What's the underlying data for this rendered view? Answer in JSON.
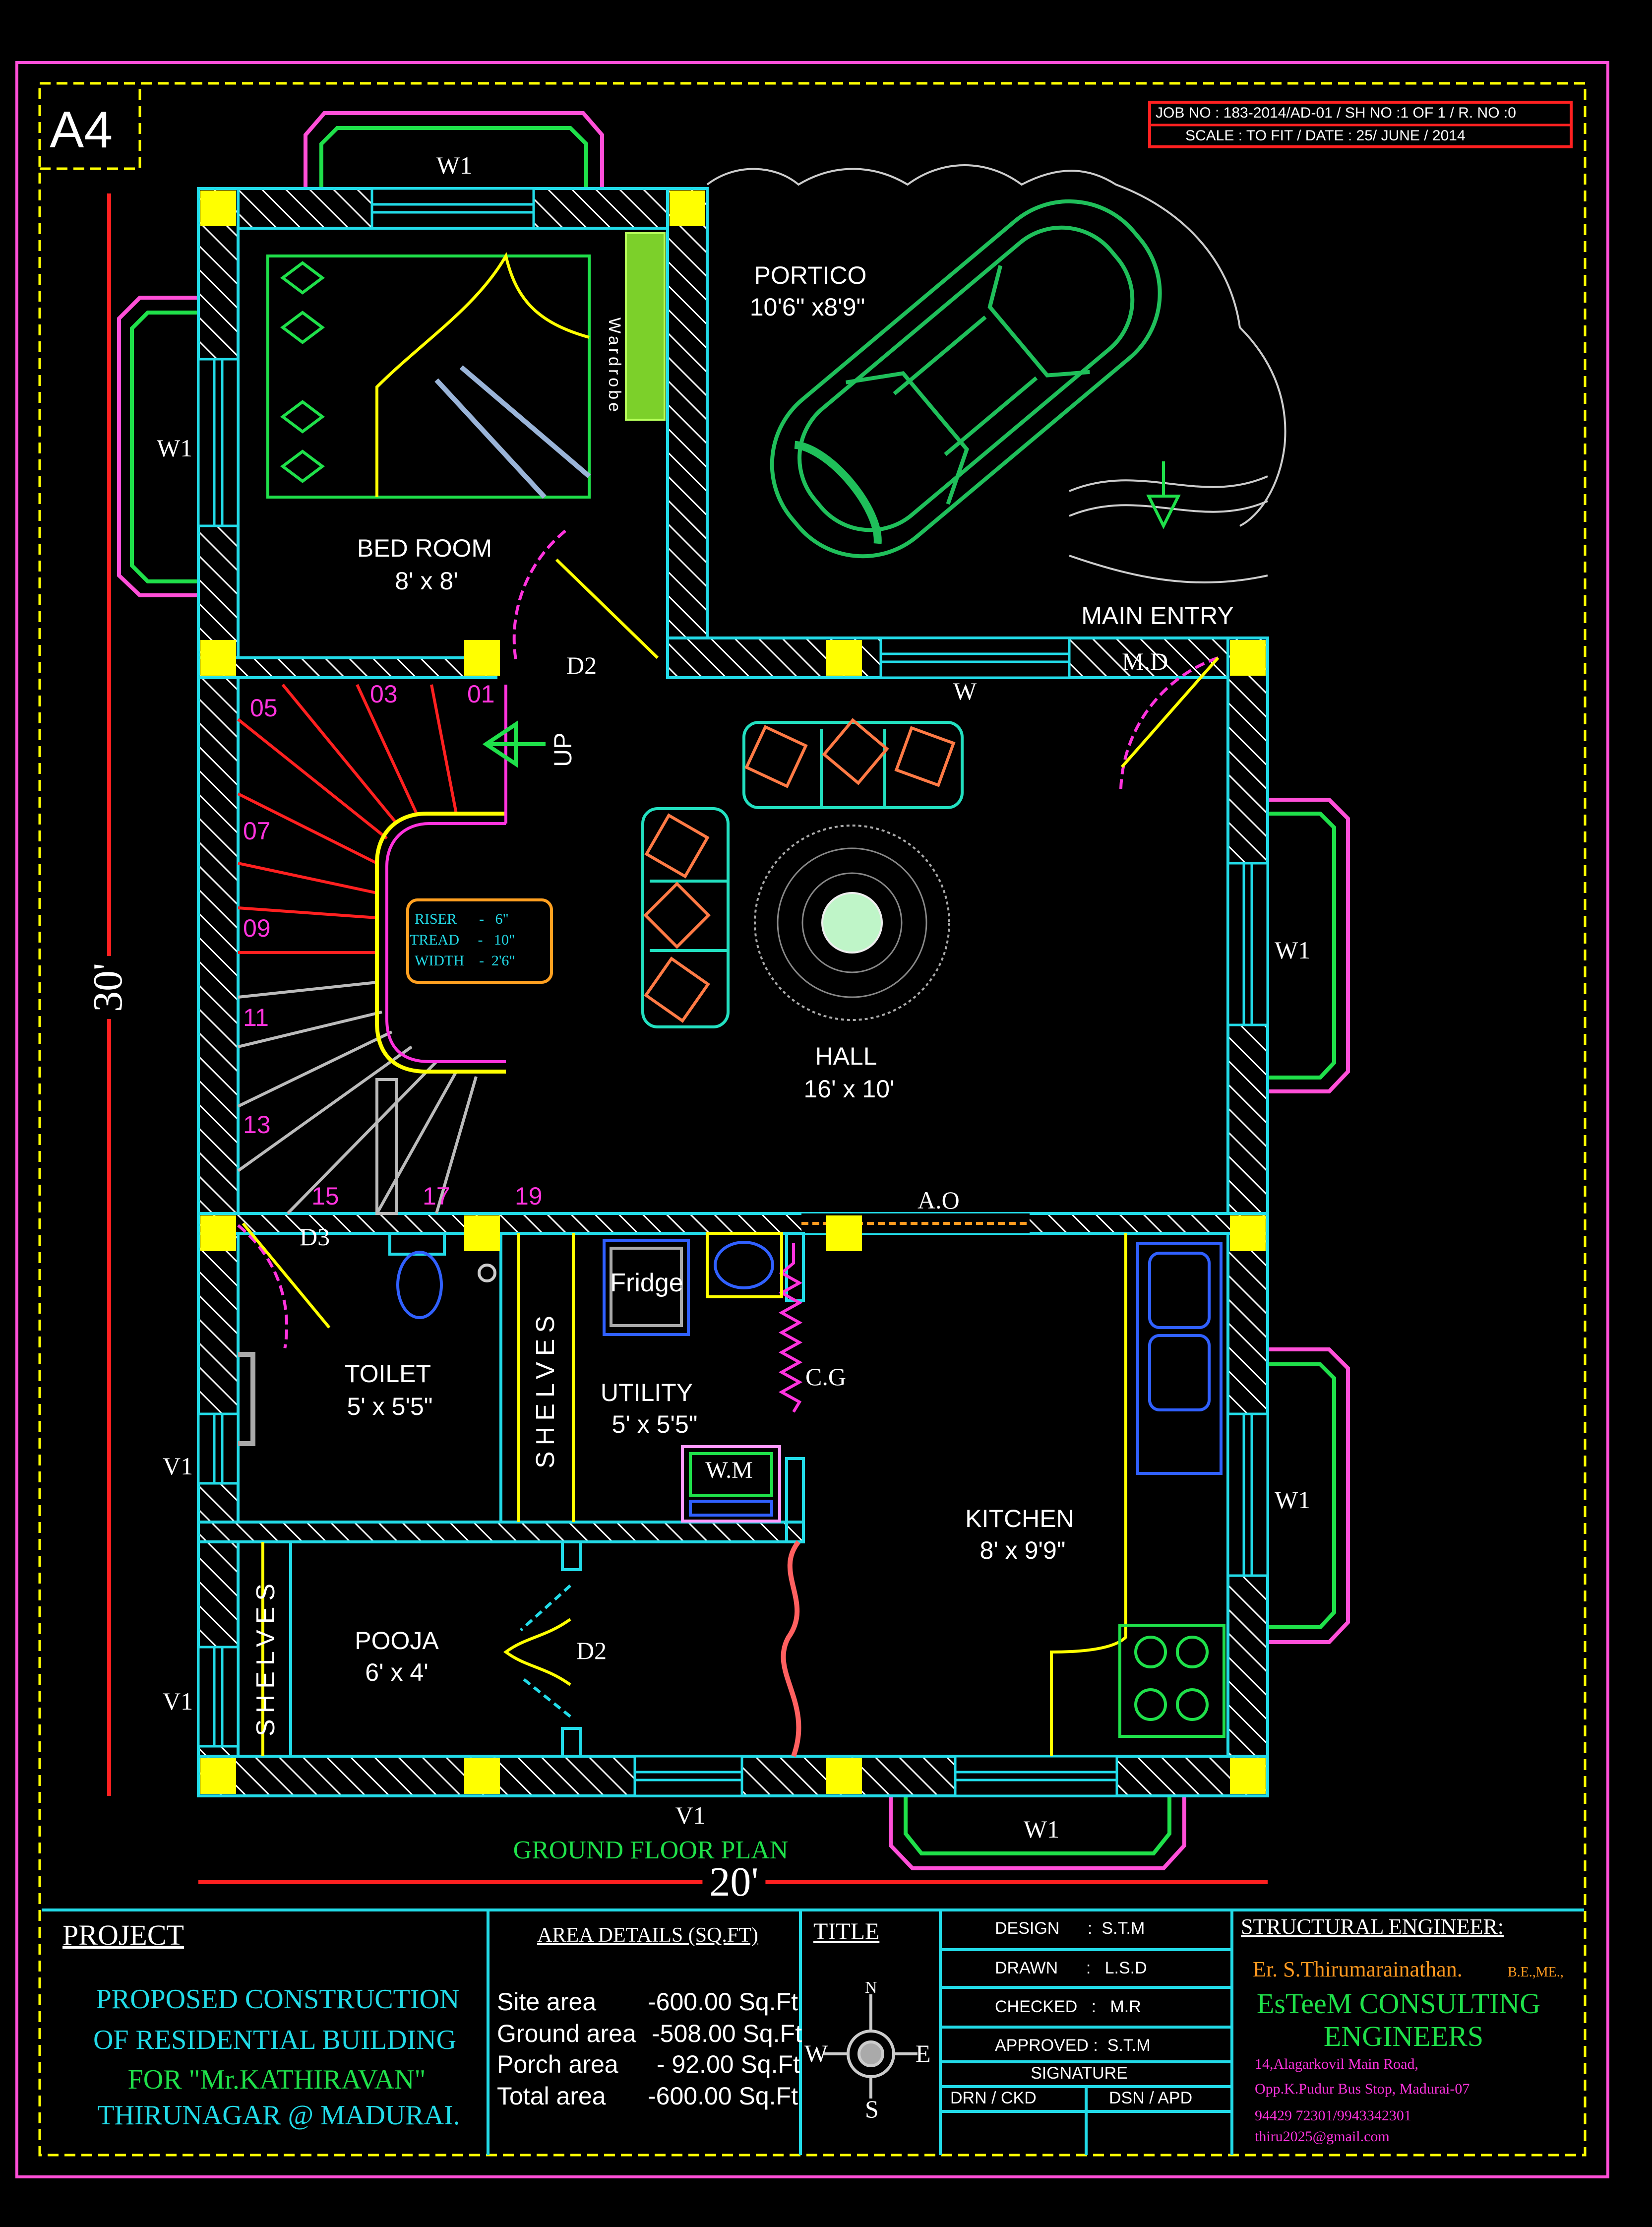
{
  "sheet": {
    "size": "A4",
    "job_line1": "JOB NO  : 183-2014/AD-01 / SH NO :1 OF 1 / R. NO :0",
    "job_line2": "SCALE  : TO FIT / DATE : 25/ JUNE / 2014"
  },
  "colors": {
    "wall": "#22dbe8",
    "hatch": "#ffffff",
    "column": "#ffff00",
    "border_outer": "#ff4fd8",
    "border_inner": "#ffff00",
    "red": "#ff2020",
    "magenta": "#ff33dd",
    "green": "#1fe04a",
    "orange": "#ff7a45"
  },
  "rooms": {
    "bedroom": {
      "name": "BED ROOM",
      "size": "8' x 8'"
    },
    "portico": {
      "name": "PORTICO",
      "size": "10'6\" x8'9\""
    },
    "main_entry": {
      "name": "MAIN ENTRY",
      "door": "M.D"
    },
    "hall": {
      "name": "HALL",
      "size": "16' x 10'"
    },
    "toilet": {
      "name": "TOILET",
      "size": "5' x 5'5\""
    },
    "utility": {
      "name": "UTILITY",
      "size": "5' x 5'5\""
    },
    "kitchen": {
      "name": "KITCHEN",
      "size": "8' x 9'9\""
    },
    "pooja": {
      "name": "POOJA",
      "size": "6' x 4'"
    }
  },
  "labels": {
    "w1": "W1",
    "w": "W",
    "v1": "V1",
    "d2": "D2",
    "d3": "D3",
    "ao": "A.O",
    "cg": "C.G",
    "up": "UP",
    "wardrobe": "Wardrobe",
    "shelves": "SHELVES",
    "fridge": "Fridge",
    "wm": "W.M"
  },
  "stairs": {
    "steps": [
      "01",
      "03",
      "05",
      "07",
      "09",
      "11",
      "13",
      "15",
      "17",
      "19"
    ],
    "riser": "RISER      -   6\"",
    "tread": "TREAD     -   10\"",
    "width": "WIDTH    -  2'6\""
  },
  "dimensions": {
    "length": "30'",
    "width": "20'"
  },
  "plan_title": "GROUND FLOOR PLAN",
  "title_block": {
    "project_heading": "PROJECT",
    "project_lines": [
      "PROPOSED CONSTRUCTION",
      "OF RESIDENTIAL BUILDING",
      "FOR \"Mr.KATHIRAVAN\"",
      "THIRUNAGAR @ MADURAI."
    ],
    "area_heading": "AREA DETAILS (SQ.FT)",
    "areas": [
      {
        "label": "Site area",
        "value": "-600.00 Sq.Ft"
      },
      {
        "label": "Ground area",
        "value": "-508.00 Sq.Ft"
      },
      {
        "label": "Porch area",
        "value": " - 92.00 Sq.Ft"
      },
      {
        "label": "Total area",
        "value": "-600.00 Sq.Ft"
      }
    ],
    "title_heading": "TITLE",
    "compass": {
      "n": "N",
      "s": "S",
      "e": "E",
      "w": "W"
    },
    "signoffs": [
      "DESIGN      :  S.T.M",
      "DRAWN      :   L.S.D",
      "CHECKED   :   M.R",
      "APPROVED :  S.T.M"
    ],
    "signature": "SIGNATURE",
    "drn_ckd": "DRN / CKD",
    "dsn_apd": "DSN / APD",
    "engineer_heading": "STRUCTURAL ENGINEER:",
    "engineer_name": "Er. S.Thirumarainathan.",
    "engineer_degree": "B.E.,ME.,",
    "firm_line1": "EsTeeM CONSULTING",
    "firm_line2": "ENGINEERS",
    "address1": "14,Alagarkovil Main Road,",
    "address2": "Opp.K.Pudur Bus  Stop, Madurai-07",
    "phone": "94429 72301/9943342301",
    "email": "thiru2025@gmail.com"
  }
}
